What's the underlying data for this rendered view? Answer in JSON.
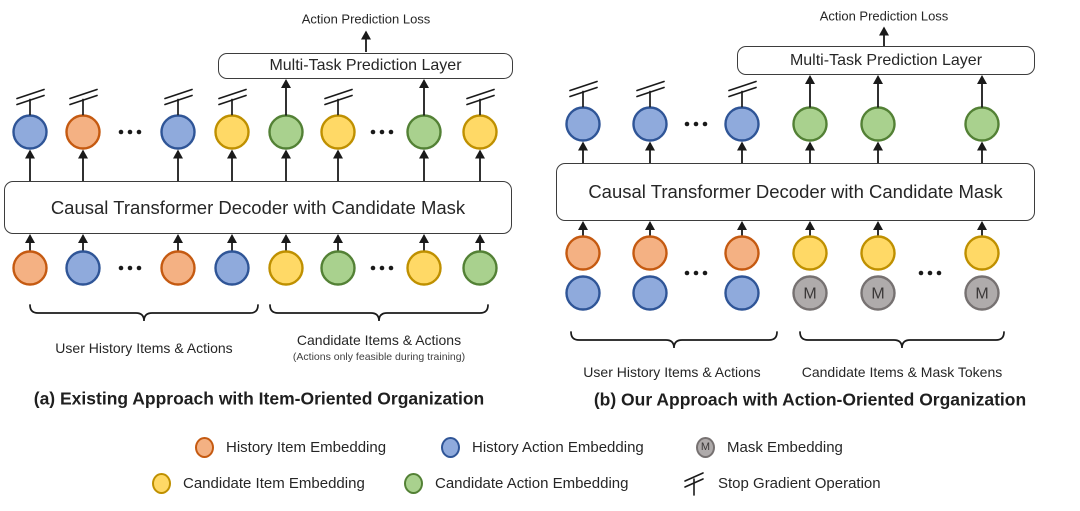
{
  "mask_letter": "M",
  "colors": {
    "orange": {
      "fill": "#F4B183",
      "stroke": "#C55A11"
    },
    "blue": {
      "fill": "#8FAADC",
      "stroke": "#2F5597"
    },
    "yellow": {
      "fill": "#FFD966",
      "stroke": "#BF9000"
    },
    "green": {
      "fill": "#A9D18E",
      "stroke": "#538135"
    },
    "gray": {
      "fill": "#AFABAB",
      "stroke": "#767171"
    },
    "line": "#1a1a1a"
  },
  "panel_a": {
    "loss_label": "Action Prediction Loss",
    "prediction_box": "Multi-Task Prediction Layer",
    "decoder_box": "Causal Transformer Decoder with Candidate Mask",
    "group1_label": "User History Items & Actions",
    "group2_label": "Candidate Items & Actions",
    "group2_sublabel": "(Actions only feasible during training)",
    "caption": "(a) Existing Approach with Item-Oriented Organization",
    "top_row": [
      "blue:stop",
      "orange:stop",
      "dots",
      "blue:stop",
      "yellow:stop",
      "green:arrow",
      "yellow:stop",
      "dots",
      "green:arrow",
      "yellow:stop"
    ],
    "bottom_row": [
      "orange",
      "blue",
      "dots",
      "orange",
      "blue",
      "yellow",
      "green",
      "dots",
      "yellow",
      "green"
    ]
  },
  "panel_b": {
    "loss_label": "Action Prediction Loss",
    "prediction_box": "Multi-Task Prediction Layer",
    "decoder_box": "Causal Transformer Decoder with Candidate Mask",
    "group1_label": "User History Items & Actions",
    "group2_label": "Candidate Items & Mask Tokens",
    "caption": "(b) Our Approach with Action-Oriented Organization",
    "top_row": [
      "blue:stop",
      "blue:stop",
      "dots",
      "blue:stop",
      "green:arrow",
      "green:arrow",
      "skip",
      "green:arrow"
    ],
    "item_row": [
      "orange",
      "orange",
      "pairdots",
      "orange",
      "yellow",
      "yellow",
      "pairdots",
      "yellow"
    ],
    "action_row": [
      "blue",
      "blue",
      "skip",
      "blue",
      "gray:mask",
      "gray:mask",
      "skip",
      "gray:mask"
    ]
  },
  "legend": {
    "rows": [
      [
        {
          "swatch": "orange",
          "label": "History Item Embedding"
        },
        {
          "swatch": "blue",
          "label": "History Action Embedding"
        },
        {
          "swatch": "gray",
          "label": "Mask Embedding"
        }
      ],
      [
        {
          "swatch": "yellow",
          "label": "Candidate Item Embedding"
        },
        {
          "swatch": "green",
          "label": "Candidate Action Embedding"
        },
        {
          "swatch": "stop",
          "label": "Stop Gradient Operation"
        }
      ]
    ]
  }
}
